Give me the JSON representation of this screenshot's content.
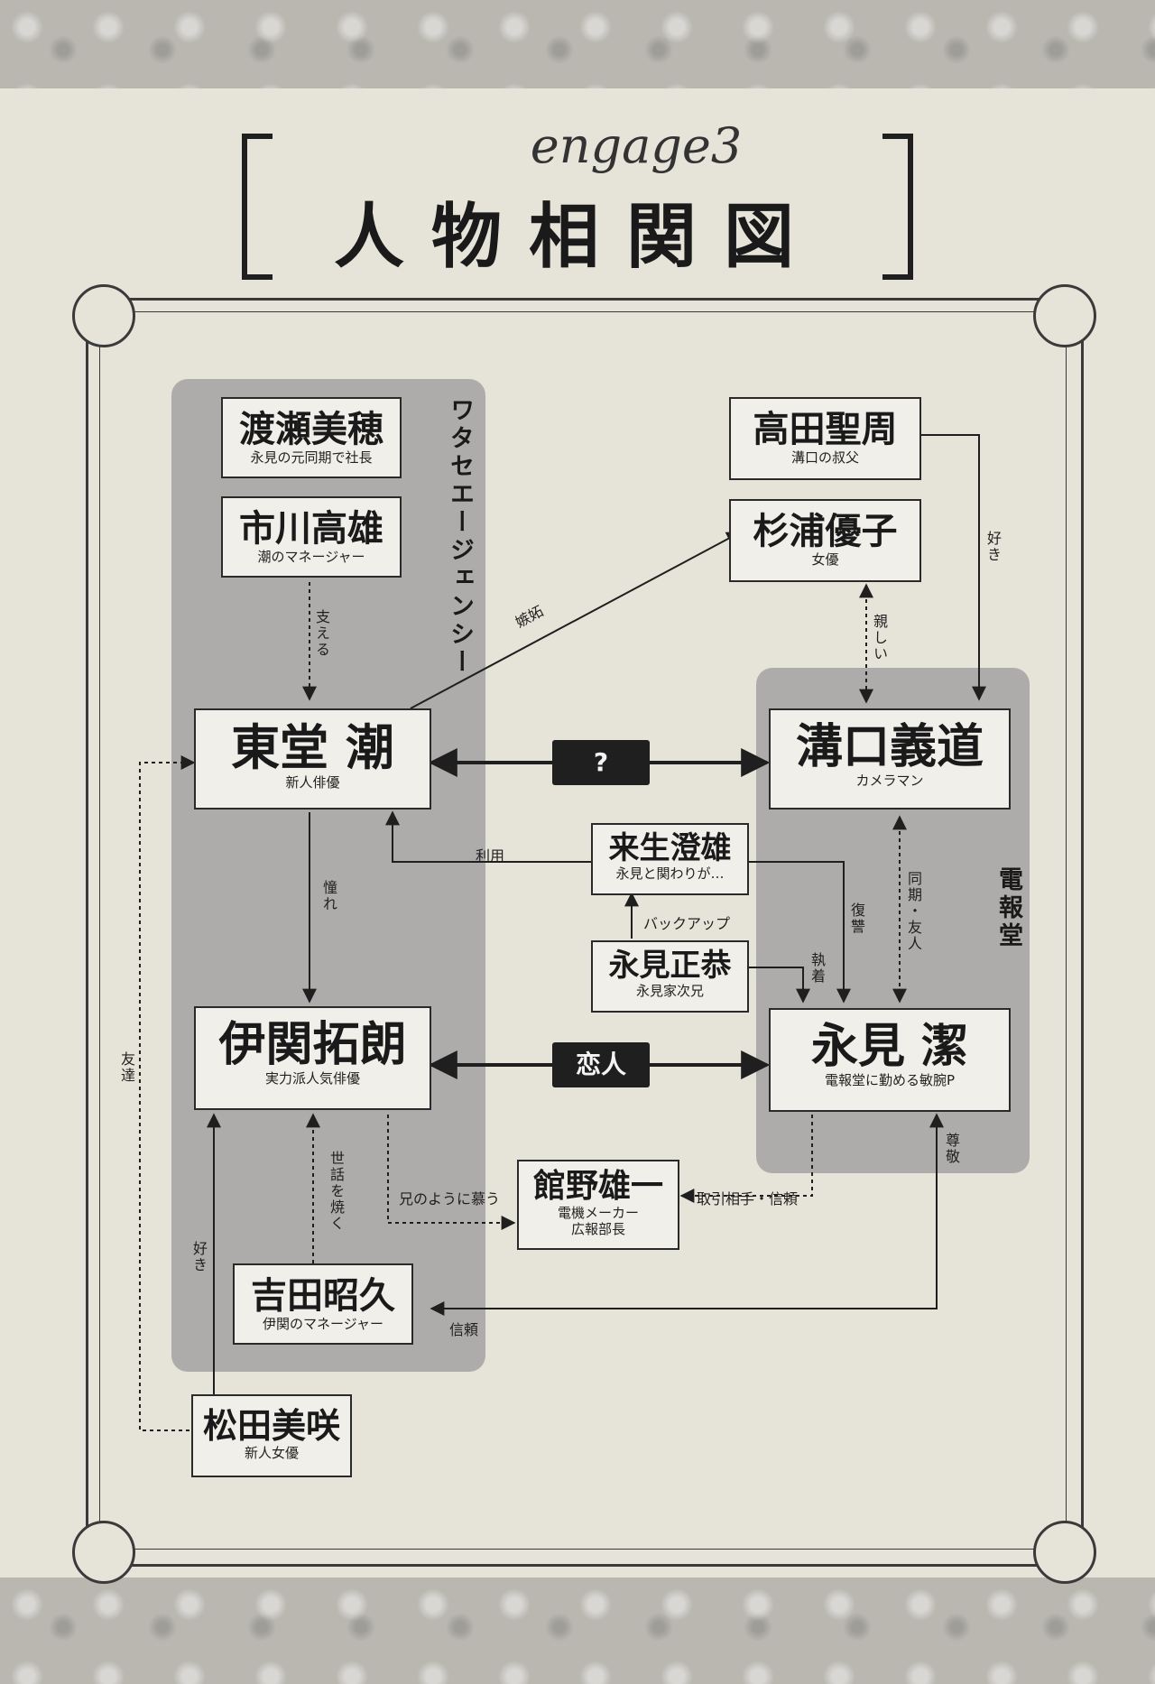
{
  "title": {
    "sub": "engage3",
    "main": "人物相関図"
  },
  "groups": [
    {
      "id": "watase",
      "label": "ワタセエージェンシー"
    },
    {
      "id": "denpo",
      "label": "電報堂"
    }
  ],
  "characters": [
    {
      "id": "watase_miho",
      "name": "渡瀬美穂",
      "role": "永見の元同期で社長"
    },
    {
      "id": "ichikawa",
      "name": "市川高雄",
      "role": "潮のマネージャー"
    },
    {
      "id": "todo",
      "name": "東堂 潮",
      "role": "新人俳優"
    },
    {
      "id": "iseki",
      "name": "伊関拓朗",
      "role": "実力派人気俳優"
    },
    {
      "id": "yoshida",
      "name": "吉田昭久",
      "role": "伊関のマネージャー"
    },
    {
      "id": "matsuda",
      "name": "松田美咲",
      "role": "新人女優"
    },
    {
      "id": "takada",
      "name": "高田聖周",
      "role": "溝口の叔父"
    },
    {
      "id": "sugiura",
      "name": "杉浦優子",
      "role": "女優"
    },
    {
      "id": "mizoguchi",
      "name": "溝口義道",
      "role": "カメラマン"
    },
    {
      "id": "kisugi",
      "name": "来生澄雄",
      "role": "永見と関わりが…"
    },
    {
      "id": "nagami_masa",
      "name": "永見正恭",
      "role": "永見家次兄"
    },
    {
      "id": "nagami",
      "name": "永見 潔",
      "role": "電報堂に勤める敏腕P"
    },
    {
      "id": "tateno",
      "name": "館野雄一",
      "role": "電機メーカー\n広報部長"
    }
  ],
  "relations": {
    "question": "?",
    "lovers": "恋人",
    "sasaeru": "支える",
    "shitto": "嫉妬",
    "suki_takada": "好き",
    "shitashii": "親しい",
    "akogare": "憧れ",
    "riyou": "利用",
    "backup": "バックアップ",
    "fukushu": "復讐",
    "shuchaku": "執着",
    "douki": "同期・友人",
    "tomodachi": "友達",
    "sewa": "世話を焼く",
    "suki_matsuda": "好き",
    "ani": "兄のように慕う",
    "torihiki": "取引相手・信頼",
    "sonkei": "尊敬",
    "shinrai": "信頼"
  }
}
